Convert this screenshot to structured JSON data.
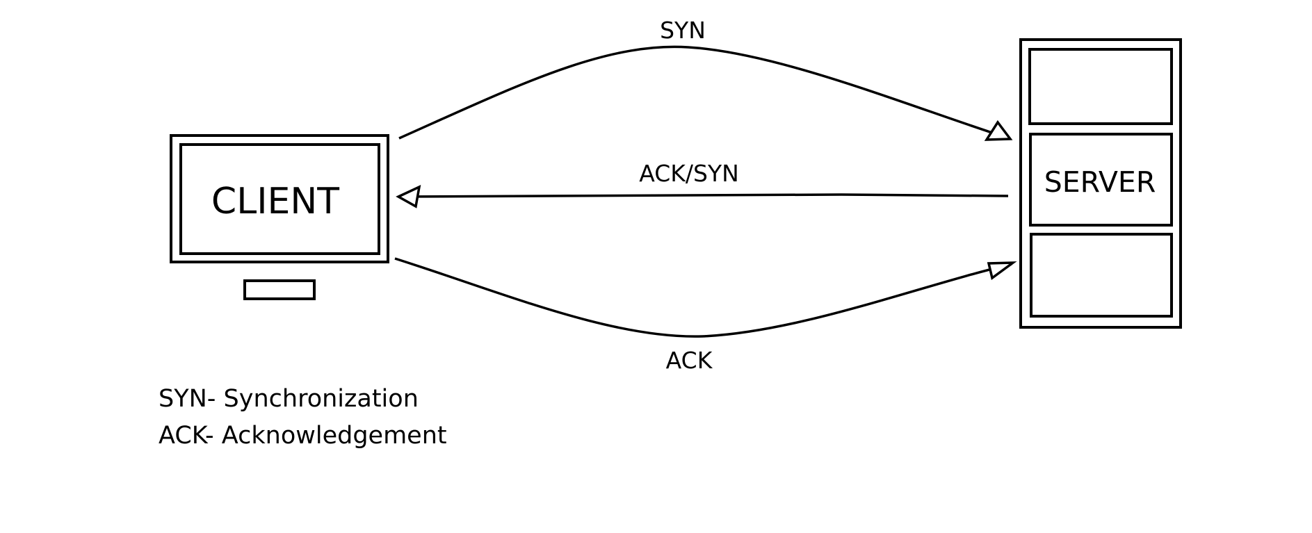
{
  "nodes": {
    "client": {
      "label": "CLIENT"
    },
    "server": {
      "label": "SERVER"
    }
  },
  "edges": [
    {
      "id": "syn",
      "from": "client",
      "to": "server",
      "label": "SYN"
    },
    {
      "id": "ack-syn",
      "from": "server",
      "to": "client",
      "label": "ACK/SYN"
    },
    {
      "id": "ack",
      "from": "client",
      "to": "server",
      "label": "ACK"
    }
  ],
  "legend": {
    "items": [
      "SYN- Synchronization",
      "ACK- Acknowledgement"
    ]
  }
}
